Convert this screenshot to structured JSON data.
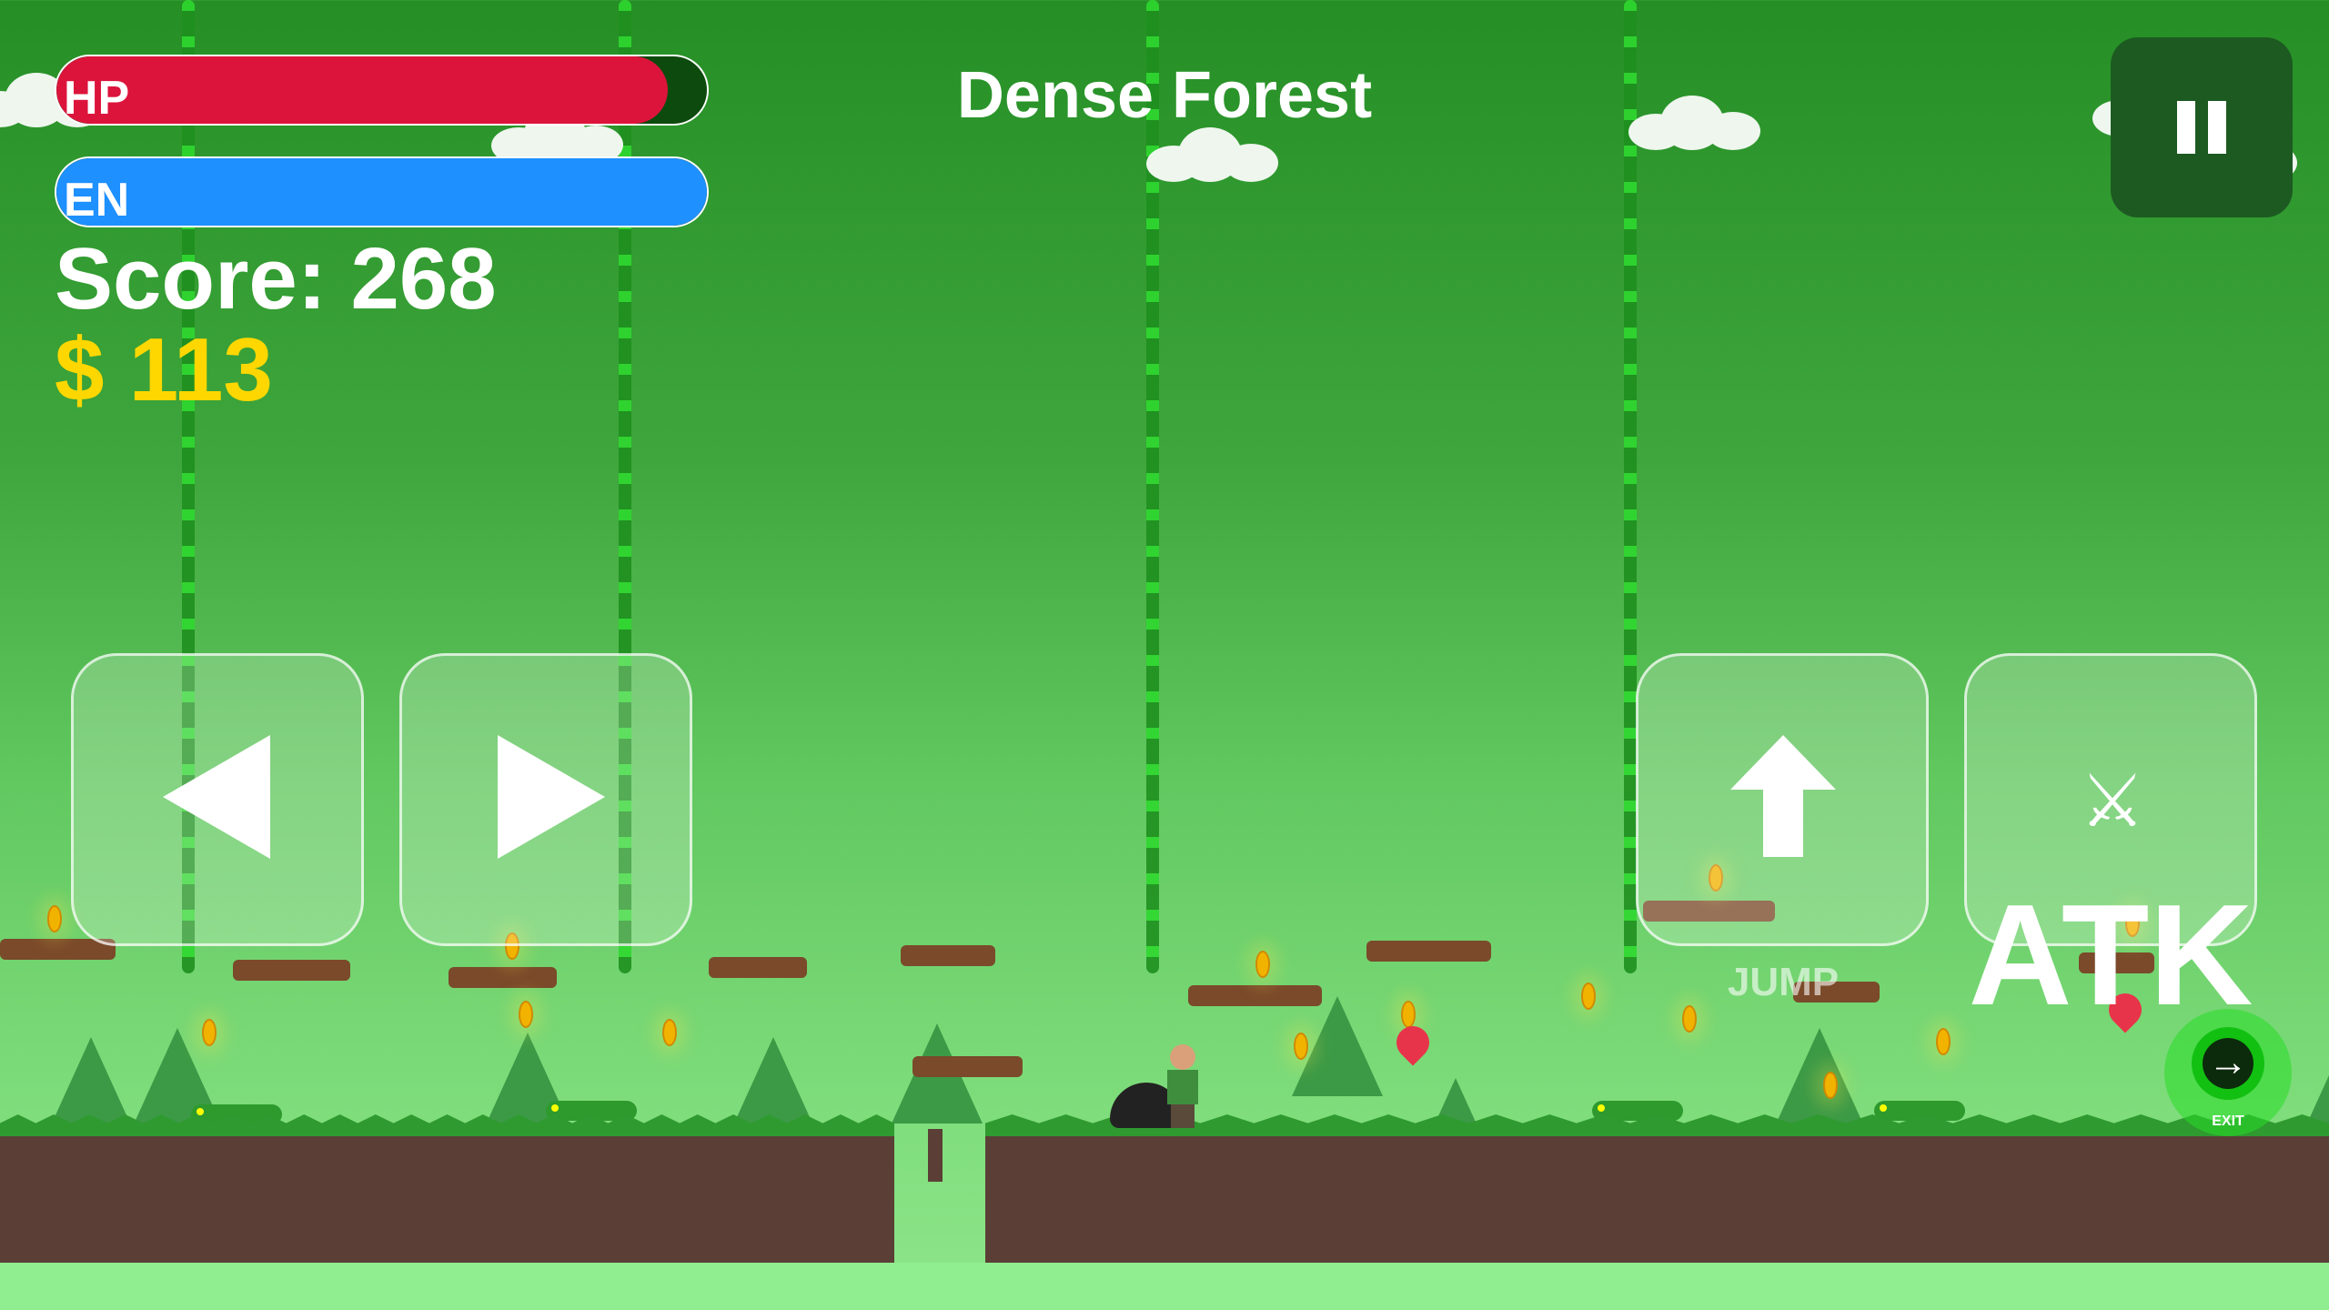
{
  "hud": {
    "hp_label": "HP",
    "hp_fraction": 0.94,
    "en_label": "EN",
    "en_fraction": 1.0,
    "score": "Score: 268",
    "money": "$ 113",
    "level_title": "Dense Forest"
  },
  "controls": {
    "left_icon": "triangle-left-icon",
    "right_icon": "triangle-right-icon",
    "jump_label": "JUMP",
    "attack_label": "ATK",
    "exit_label": "EXIT",
    "pause_icon": "pause-icon"
  },
  "colors": {
    "hp": "#dc143c",
    "en": "#1e90ff",
    "money": "#ffd700",
    "pause_bg": "#1d5a22",
    "exit_bg": "#1fd21f"
  }
}
